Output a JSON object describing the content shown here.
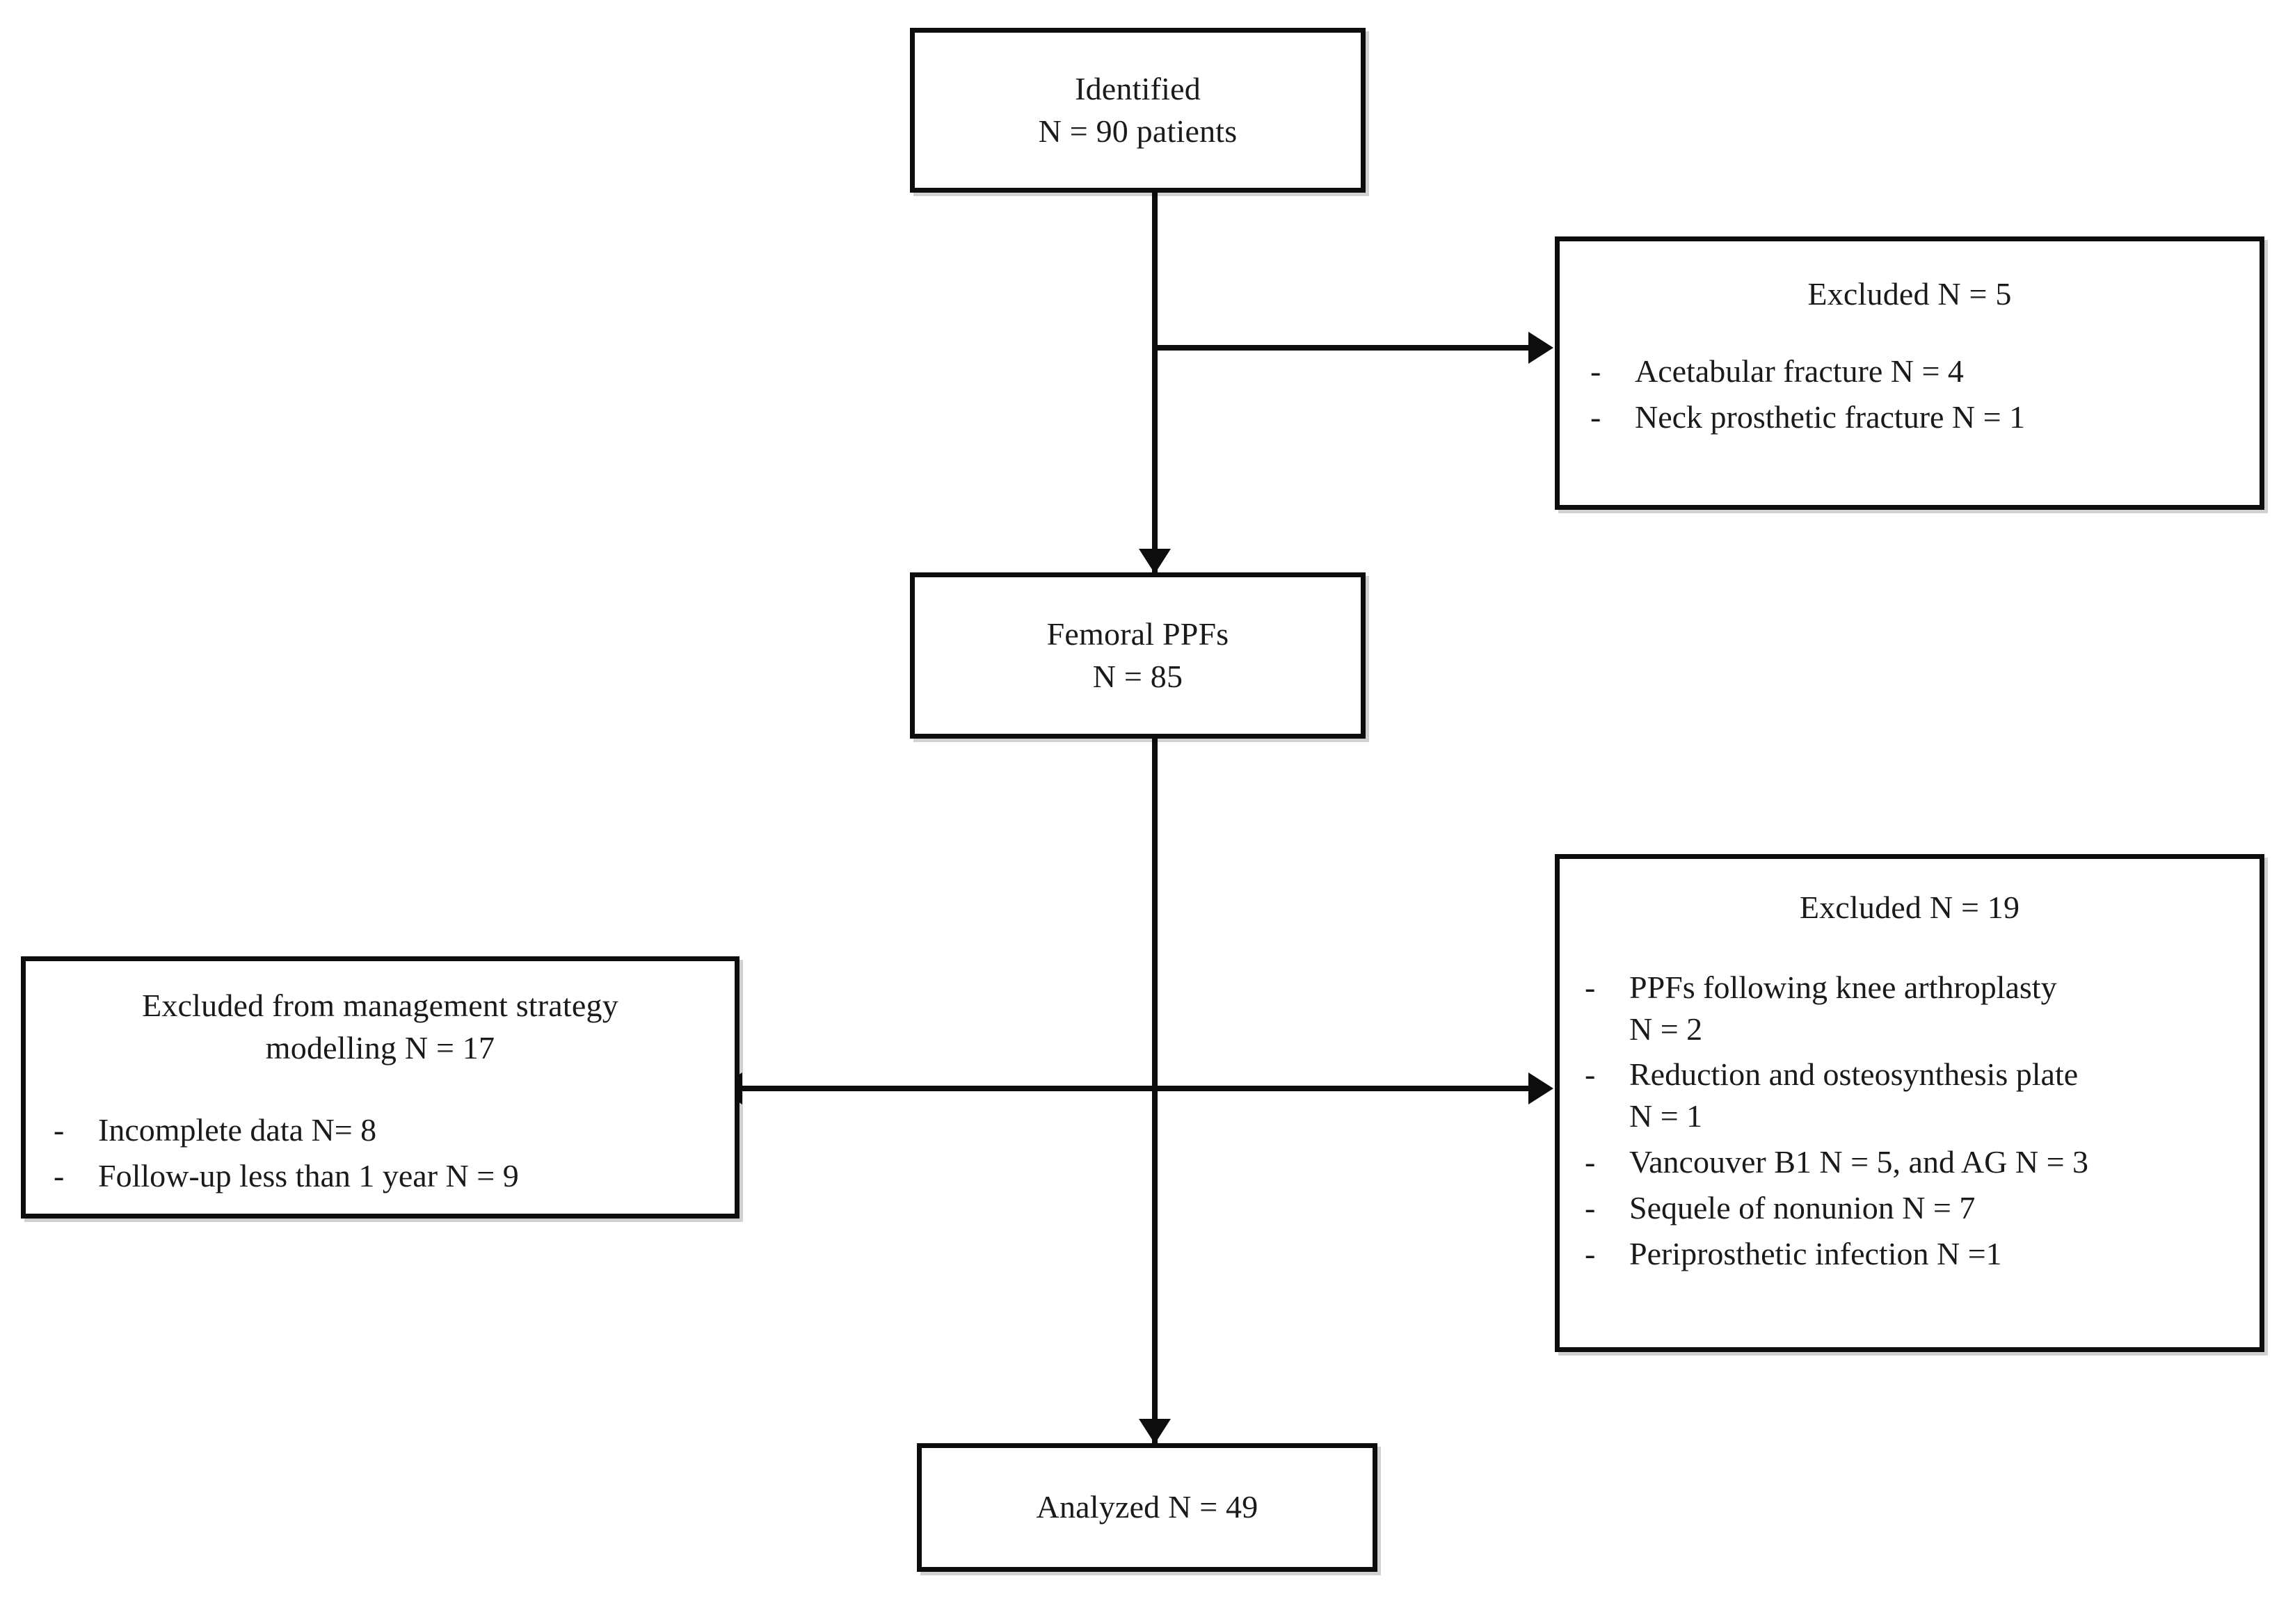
{
  "diagram": {
    "type": "prisma-flowchart",
    "nodes": {
      "identified": {
        "title": "Identified\nN = 90 patients"
      },
      "excluded_5": {
        "title": "Excluded N = 5",
        "bullets": [
          "Acetabular fracture N = 4",
          "Neck prosthetic fracture N = 1"
        ]
      },
      "femoral": {
        "title": "Femoral PPFs\nN =  85"
      },
      "excluded_19": {
        "title": "Excluded N = 19",
        "bullets": [
          "PPFs following knee arthroplasty\nN = 2",
          "Reduction and osteosynthesis plate\nN = 1",
          "Vancouver B1 N = 5, and AG N = 3",
          "Sequele of nonunion N = 7",
          "Periprosthetic infection N =1"
        ]
      },
      "excluded_mgmt": {
        "title": "Excluded from management strategy\nmodelling N = 17",
        "bullets": [
          "Incomplete data N= 8",
          "Follow-up less than 1 year N = 9"
        ]
      },
      "analyzed": {
        "title": "Analyzed N = 49"
      }
    },
    "bullet_marker": "-",
    "colors": {
      "line": "#0d0d0d",
      "box_fill": "#ffffff",
      "text": "#1a1a1a"
    }
  }
}
